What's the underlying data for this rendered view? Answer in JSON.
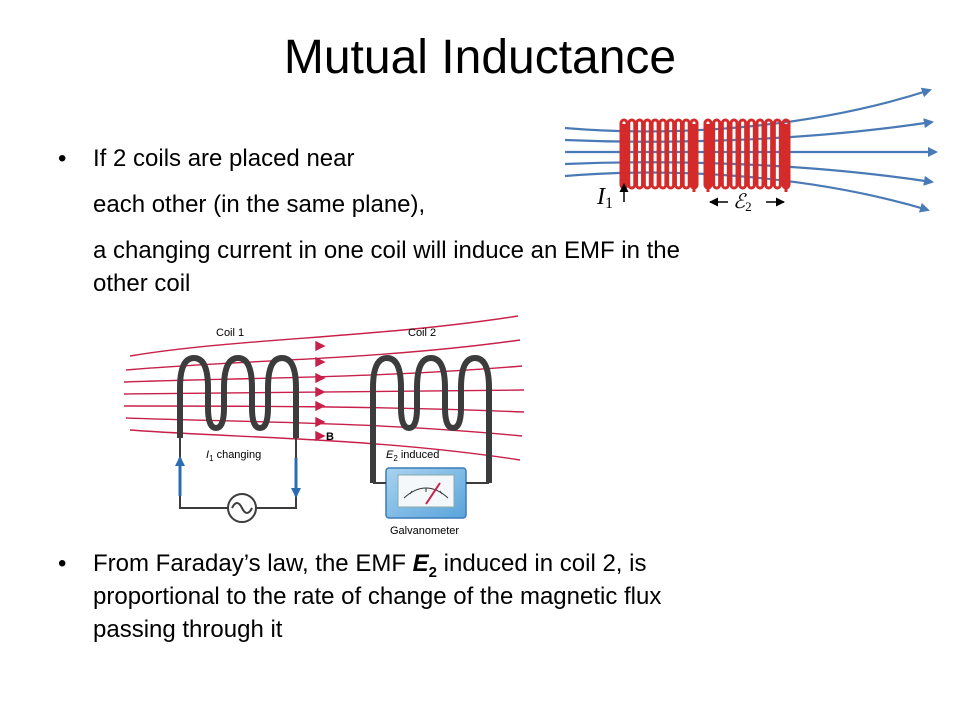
{
  "slide": {
    "title": "Mutual Inductance",
    "bullet_char": "•",
    "bullet1": {
      "line1": "If 2 coils are placed near",
      "line2": "each other (in the same plane),",
      "line3": "a changing current in one coil will induce an EMF in the",
      "line4": "other coil"
    },
    "bullet2": {
      "part1": "From Faraday’s law, the EMF ",
      "emf_symbol": "E",
      "emf_sub": "2",
      "part2": " induced in coil 2, is",
      "line2": "proportional to the rate of change of the magnetic flux",
      "line3": "passing through it"
    }
  },
  "figure_top": {
    "current_label": "I",
    "current_sub": "1",
    "emf_label": "ℰ",
    "emf_sub": "2",
    "coil_color": "#d42a2a",
    "field_color": "#4a7ab5"
  },
  "figure_bottom": {
    "coil1_label": "Coil 1",
    "coil2_label": "Coil 2",
    "field_label": "B",
    "i1_label": "I",
    "i1_sub": "1",
    "i1_text": " changing",
    "e2_label": "E",
    "e2_sub": "2",
    "e2_text": " induced",
    "meter_label": "Galvanometer",
    "field_color": "#c8204a",
    "wire_color": "#3c3c3c",
    "arrow_color": "#2a6db0"
  }
}
